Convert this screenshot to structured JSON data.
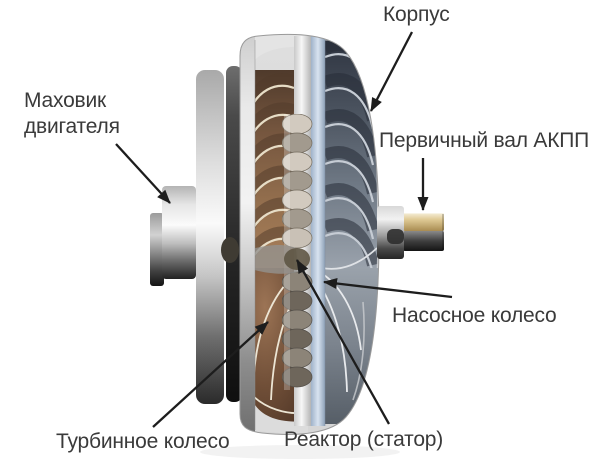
{
  "diagram": {
    "type": "torque-converter-cutaway",
    "background_color": "#ffffff",
    "text_color": "#3a3a3a",
    "arrow_color": "#1d1d1d",
    "labels": {
      "housing": "Корпус",
      "flywheel_line1": "Маховик",
      "flywheel_line2": "двигателя",
      "input_shaft": "Первичный вал АКПП",
      "pump_wheel": "Насосное колесо",
      "reactor": "Реактор (статор)",
      "turbine_wheel": "Турбинное колесо"
    },
    "part_colors": {
      "turbine_copper": "#8a6548",
      "pump_steel_blue": "#5c6672",
      "stator_silver": "#cfc8be",
      "housing_silver": "#d6d6d6",
      "shaft_brass": "#c9ad6e",
      "flywheel_dark": "#262626"
    }
  }
}
